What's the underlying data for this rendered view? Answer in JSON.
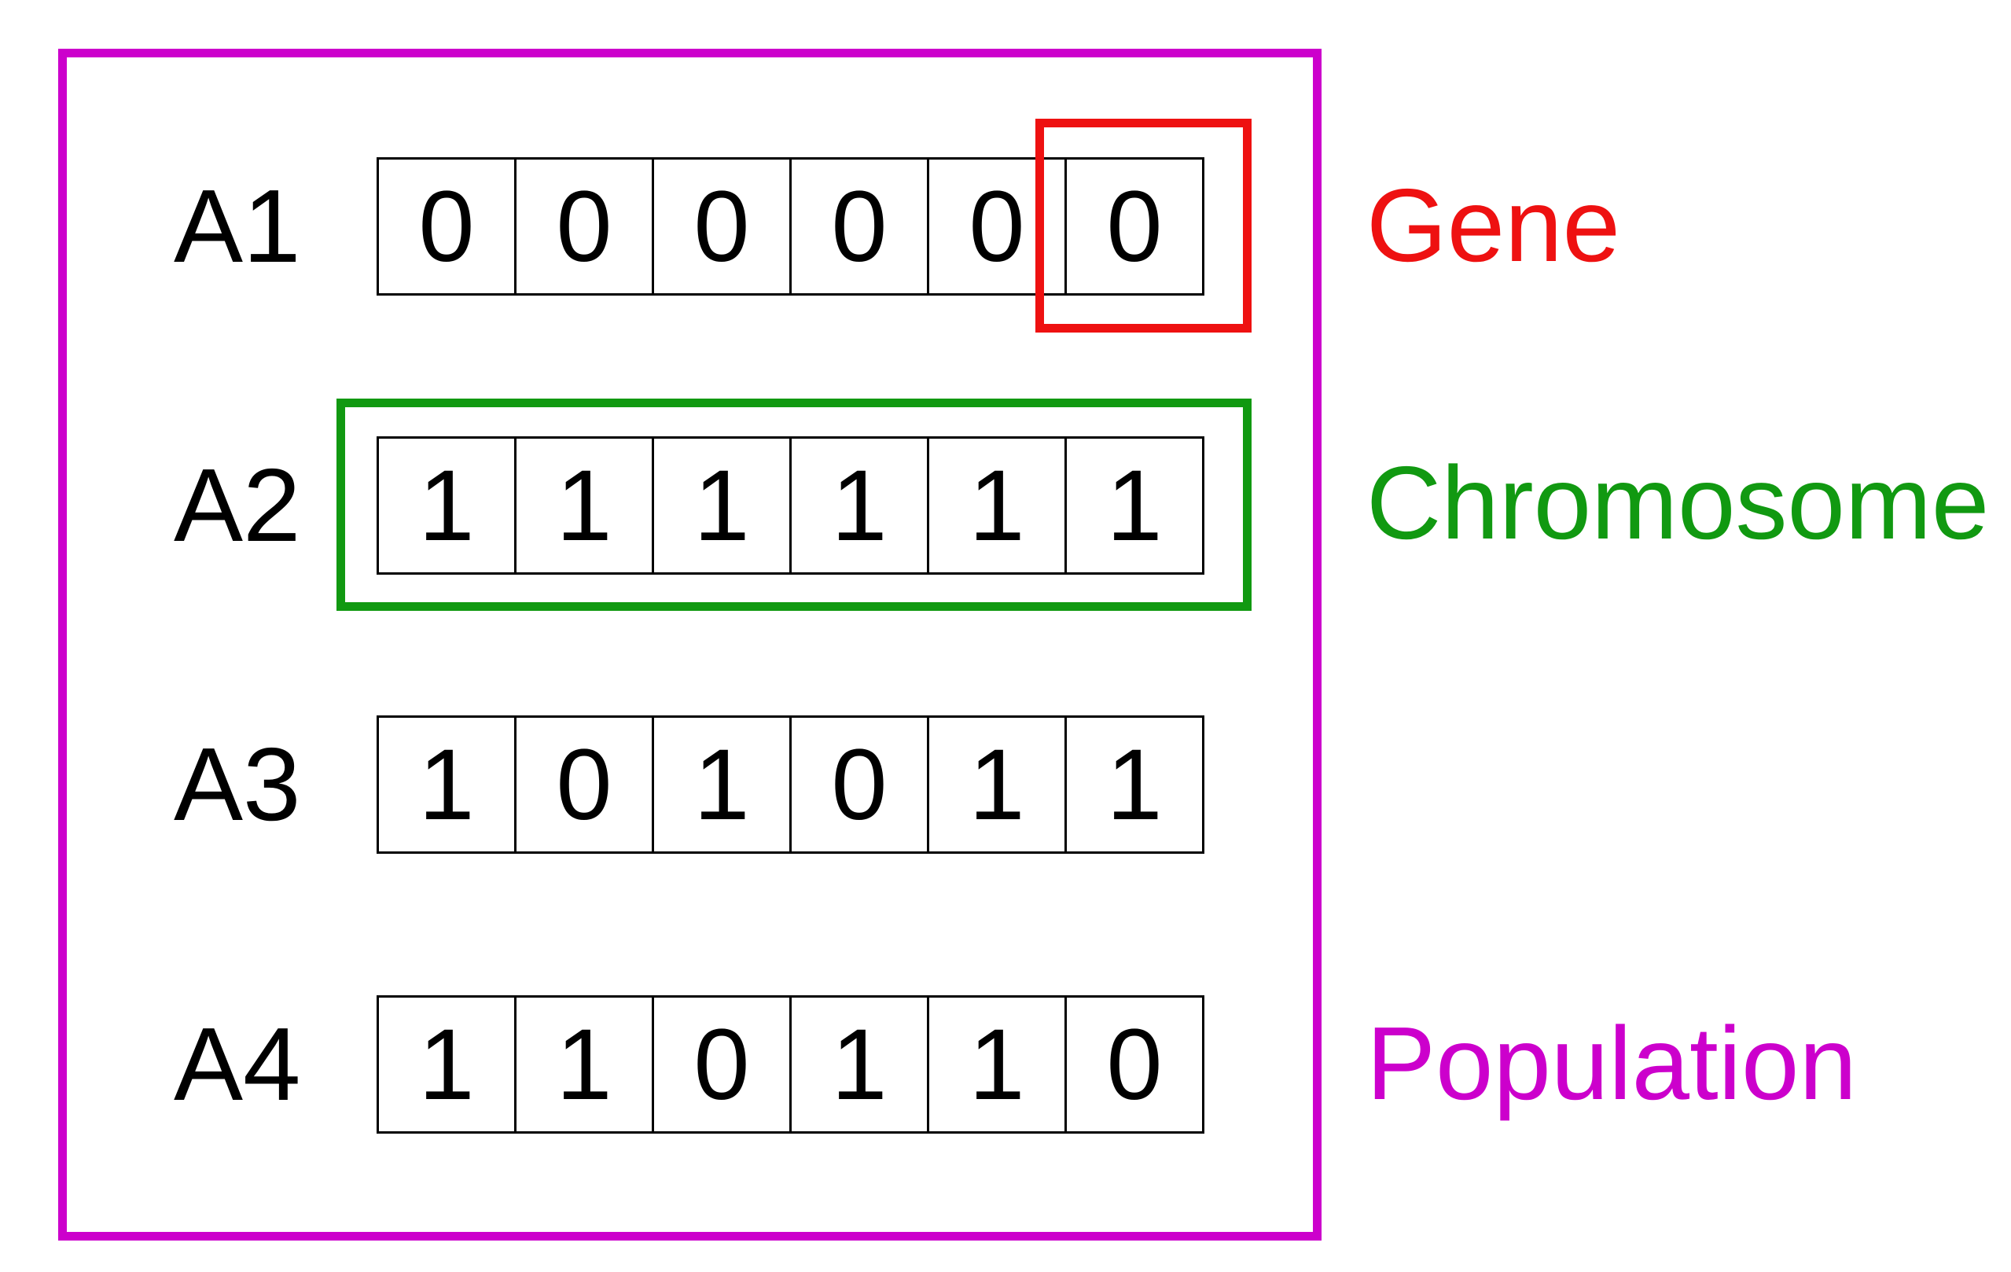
{
  "population": {
    "label": "Population",
    "color": "#cc00cc",
    "chromosomes": [
      {
        "label": "A1",
        "genes": [
          "0",
          "0",
          "0",
          "0",
          "0",
          "0"
        ]
      },
      {
        "label": "A2",
        "genes": [
          "1",
          "1",
          "1",
          "1",
          "1",
          "1"
        ]
      },
      {
        "label": "A3",
        "genes": [
          "1",
          "0",
          "1",
          "0",
          "1",
          "1"
        ]
      },
      {
        "label": "A4",
        "genes": [
          "1",
          "1",
          "0",
          "1",
          "1",
          "0"
        ]
      }
    ]
  },
  "gene": {
    "label": "Gene",
    "color": "#ee1111"
  },
  "chromosome": {
    "label": "Chromosome",
    "color": "#119911"
  }
}
